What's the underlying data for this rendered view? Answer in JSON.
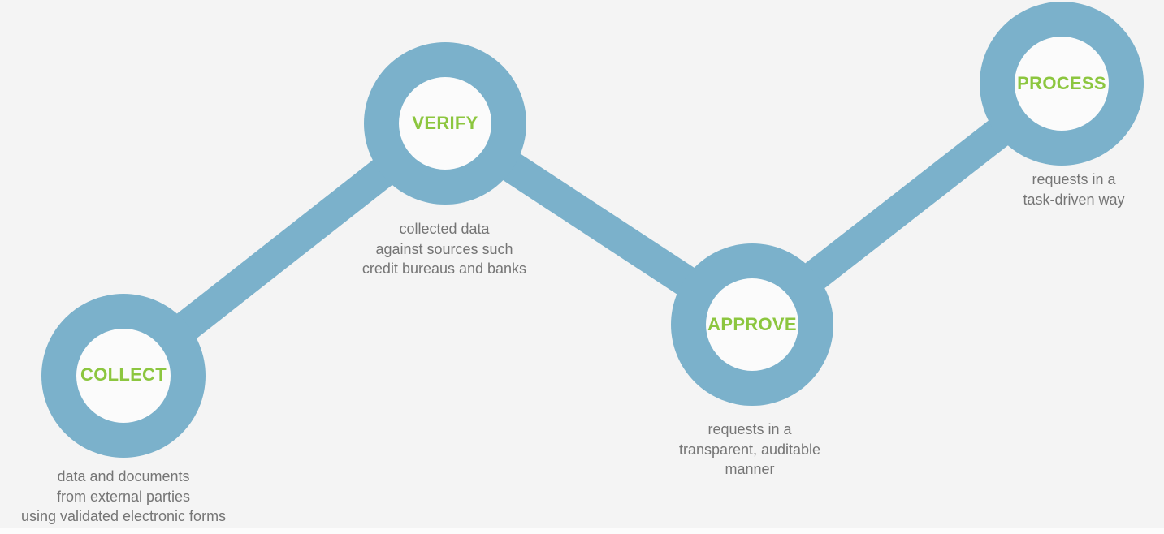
{
  "diagram": {
    "name": "process-flow-diagram",
    "colors": {
      "background": "#f4f4f4",
      "ring": "#7bb1cb",
      "inner_circle": "#fbfbfb",
      "label_green": "#8cc63f",
      "description_gray": "#757575",
      "bottom_strip": "#fcfcfc"
    },
    "steps": [
      {
        "label": "COLLECT",
        "description": "data and documents\nfrom external parties\nusing validated electronic forms"
      },
      {
        "label": "VERIFY",
        "description": "collected data\nagainst sources such\ncredit bureaus and banks"
      },
      {
        "label": "APPROVE",
        "description": "requests in a\ntransparent, auditable\nmanner"
      },
      {
        "label": "PROCESS",
        "description": "requests in a\ntask-driven way"
      }
    ]
  }
}
